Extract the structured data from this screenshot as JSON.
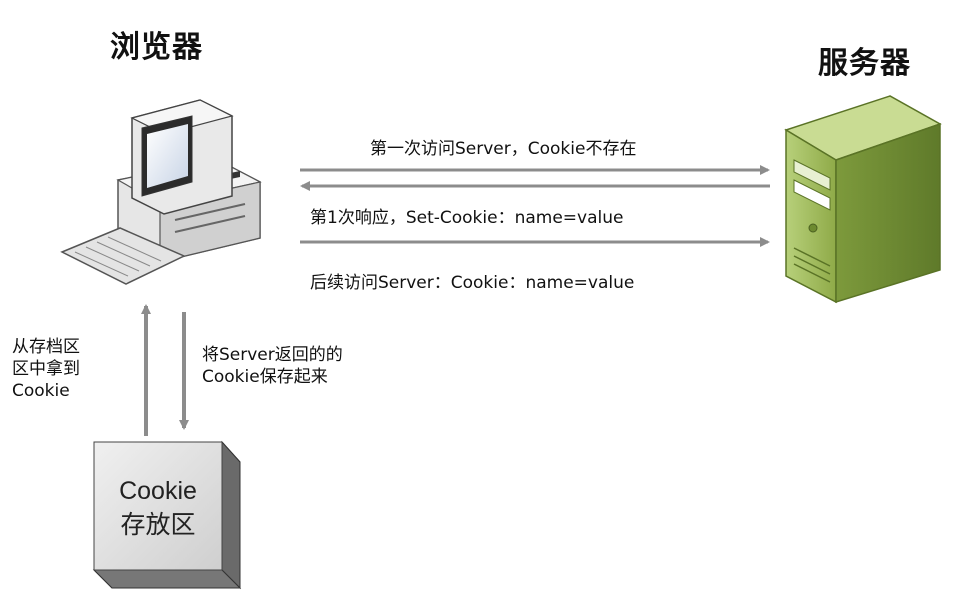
{
  "browser": {
    "title": "浏览器"
  },
  "server": {
    "title": "服务器"
  },
  "messages": [
    {
      "text": "第一次访问Server，Cookie不存在"
    },
    {
      "text": "第1次响应，Set-Cookie：name=value"
    },
    {
      "text": "后续访问Server：Cookie：name=value"
    }
  ],
  "notes": {
    "read": "从存档区\n区中拿到\nCookie",
    "save": "将Server返回的的\nCookie保存起来"
  },
  "cookie_store": {
    "label": "Cookie\n存放区"
  },
  "icons": {
    "browser": "computer-icon",
    "server": "server-tower-icon"
  },
  "colors": {
    "arrow": "#8c8c8c",
    "server_green": "#9fbf5a",
    "box_gray": "#d9d9d9"
  }
}
